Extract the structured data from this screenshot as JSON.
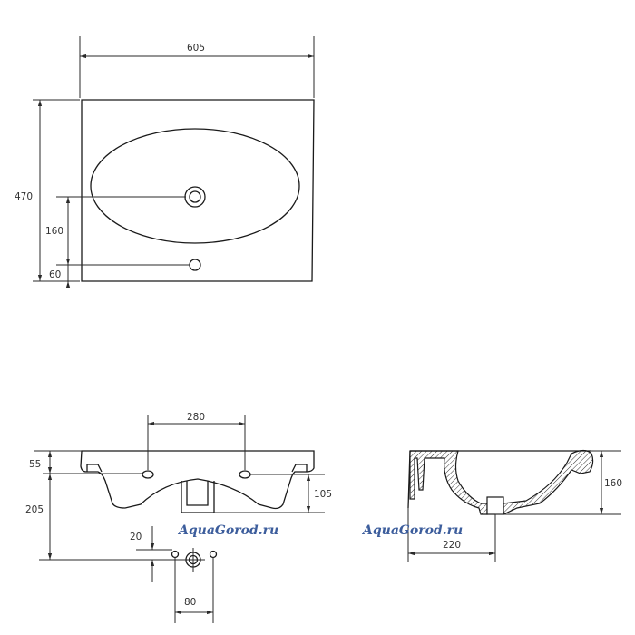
{
  "top_view": {
    "width_label": "605",
    "depth_label": "470",
    "drain_offset_label": "160",
    "tap_offset_label": "60"
  },
  "front_view": {
    "mount_holes_label": "280",
    "rim_height_label": "55",
    "total_label": "205",
    "bowl_label": "105",
    "offset_label": "20",
    "spacing_label": "80"
  },
  "side_view": {
    "height_label": "160",
    "depth_label": "220"
  },
  "watermarks": [
    "AquaGorod.ru",
    "AquaGorod.ru"
  ],
  "colors": {
    "line": "#1a1a1a",
    "watermark": "#3c5d9c"
  }
}
